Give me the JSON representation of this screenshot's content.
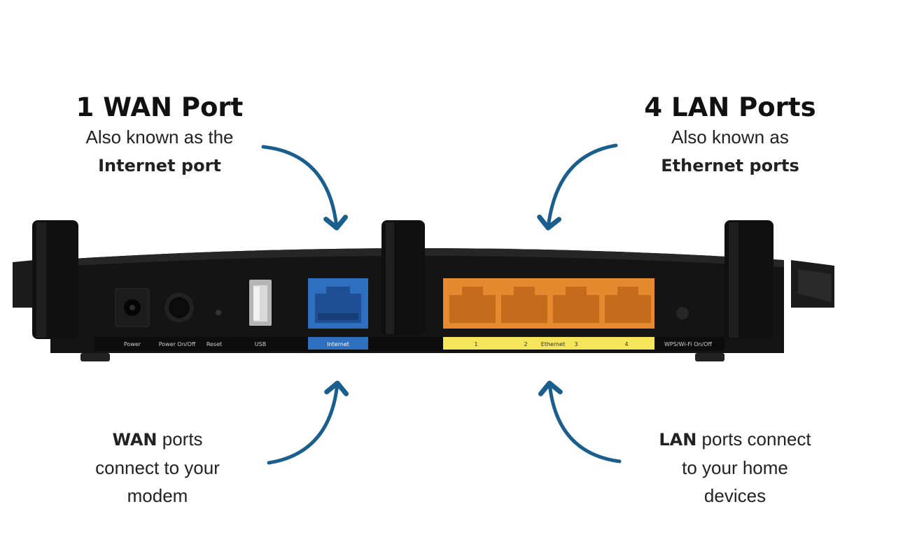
{
  "colors": {
    "arrow": "#1a5e8e",
    "wan_port": "#2f6fc0",
    "lan_ports": "#e58a2e",
    "lan_label_strip": "#f4e55a",
    "router_body": "#141414"
  },
  "wan_callout": {
    "title": "1 WAN Port",
    "line1": "Also known as the",
    "line2": "Internet port"
  },
  "lan_callout": {
    "title": "4 LAN Ports",
    "line1": "Also known as",
    "line2": "Ethernet ports"
  },
  "wan_note": {
    "bold": "WAN",
    "rest1": " ports",
    "line2": "connect to your",
    "line3": "modem"
  },
  "lan_note": {
    "bold": "LAN",
    "rest1": " ports connect",
    "line2": "to your home",
    "line3": "devices"
  },
  "router_labels": {
    "power": "Power",
    "power_onoff": "Power On/Off",
    "reset": "Reset",
    "usb": "USB",
    "internet": "Internet",
    "lan1": "1",
    "lan2": "2",
    "ethernet": "Ethernet",
    "lan3": "3",
    "lan4": "4",
    "wps": "WPS/Wi-Fi On/Off"
  }
}
